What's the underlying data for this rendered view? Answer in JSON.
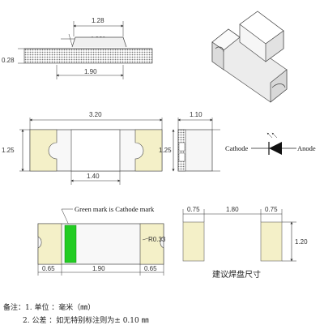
{
  "side_view": {
    "dim_top": "1.28",
    "dim_angle": "4.00°",
    "dim_height": "0.28",
    "dim_bottom": "1.90"
  },
  "top_view": {
    "dim_length": "3.20",
    "dim_width": "1.25",
    "dim_inner": "1.40"
  },
  "end_view": {
    "dim_depth": "1.10",
    "dim_width": "1.25"
  },
  "symbol": {
    "cathode_label": "Cathode",
    "anode_label": "Anode"
  },
  "bottom_view": {
    "green_mark_note": "Green mark is Cathode mark",
    "radius": "R0.33",
    "dim_left": "0.65",
    "dim_mid": "1.90",
    "dim_right": "0.65"
  },
  "pad_layout": {
    "dim_pad_left": "0.75",
    "dim_gap": "1.80",
    "dim_pad_right": "0.75",
    "dim_pad_height": "1.20",
    "caption": "建议焊盘尺寸"
  },
  "notes": {
    "note1": "备注：1. 单位 ：毫米（㎜）",
    "note2": "2. 公差 ：如无特别标注则为± 0.10 ㎜"
  },
  "colors": {
    "mark_green": "#22cc22",
    "pad_fill": "#f4f0c8",
    "body_gray": "#e8e8e8"
  }
}
